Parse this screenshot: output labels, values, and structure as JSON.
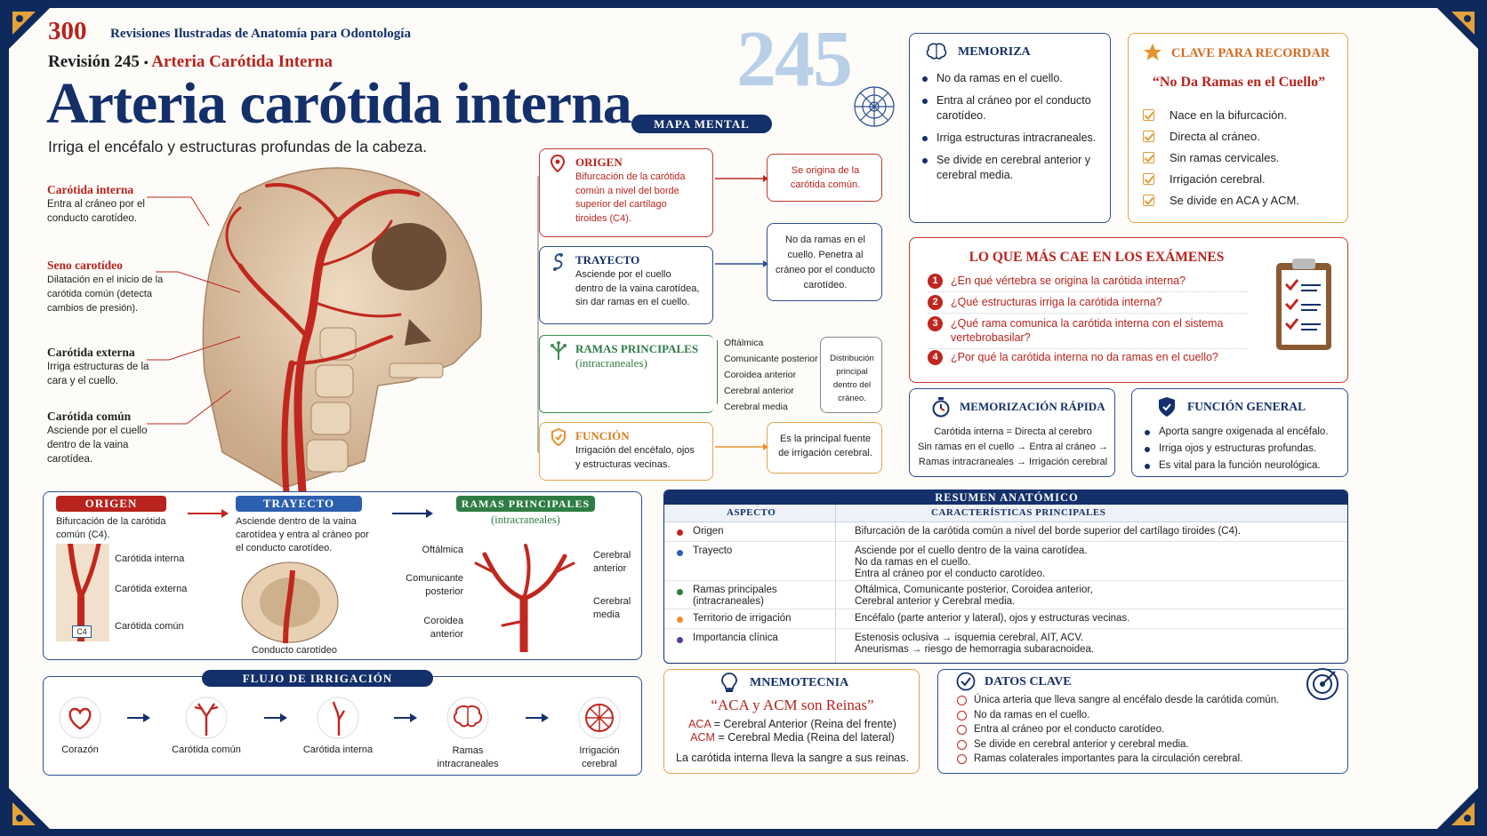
{
  "header": {
    "series_number": "300",
    "series_title": "Revisiones Ilustradas de Anatomía para Odontología",
    "revision_label": "Revisión 245",
    "revision_topic": "Arteria Carótida Interna",
    "big_number": "245",
    "main_title": "Arteria carótida interna",
    "subtitle": "Irriga el encéfalo y estructuras profundas de la cabeza."
  },
  "illustration_labels": [
    {
      "title": "Carótida interna",
      "text": "Entra al cráneo por el conducto carotídeo.",
      "color": "#b8231d"
    },
    {
      "title": "Seno carotídeo",
      "text": "Dilatación en el inicio de la carótida común (detecta cambios de presión).",
      "color": "#b8231d"
    },
    {
      "title": "Carótida externa",
      "text": "Irriga estructuras de la cara y el cuello.",
      "color": "#222222"
    },
    {
      "title": "Carótida común",
      "text": "Asciende por el cuello dentro de la vaina carotídea.",
      "color": "#222222"
    }
  ],
  "mind_map": {
    "label": "MAPA MENTAL",
    "origen": {
      "title": "ORIGEN",
      "text": "Bifurcación de la carótida común a nivel del borde superior del cartílago tiroides (C4).",
      "note": "Se origina de la carótida común."
    },
    "trayecto": {
      "title": "TRAYECTO",
      "text": "Asciende por el cuello dentro de la vaina carotídea, sin dar ramas en el cuello.",
      "note": "No da ramas en el cuello. Penetra al cráneo por el conducto carotídeo."
    },
    "ramas": {
      "title": "RAMAS PRINCIPALES",
      "subtitle": "(intracraneales)",
      "items": [
        "Oftálmica",
        "Comunicante posterior",
        "Coroidea anterior",
        "Cerebral anterior",
        "Cerebral media"
      ],
      "note": "Distribución principal dentro del cráneo."
    },
    "funcion": {
      "title": "FUNCIÓN",
      "text": "Irrigación del encéfalo, ojos y estructuras vecinas.",
      "note": "Es la principal fuente de irrigación cerebral."
    }
  },
  "memoriza": {
    "title": "MEMORIZA",
    "items": [
      "No da ramas en el cuello.",
      "Entra al cráneo por el conducto carotídeo.",
      "Irriga estructuras intracraneales.",
      "Se divide en cerebral anterior y cerebral media."
    ]
  },
  "clave": {
    "title": "CLAVE PARA RECORDAR",
    "quote": "“No Da Ramas en el Cuello”",
    "items": [
      "Nace en la bifurcación.",
      "Directa al cráneo.",
      "Sin ramas cervicales.",
      "Irrigación cerebral.",
      "Se divide en ACA y ACM."
    ]
  },
  "examenes": {
    "title": "LO QUE MÁS CAE EN LOS EXÁMENES",
    "items": [
      {
        "n": "1",
        "q": "¿En qué vértebra se origina la carótida interna?"
      },
      {
        "n": "2",
        "q": "¿Qué estructuras irriga la carótida interna?"
      },
      {
        "n": "3",
        "q": "¿Qué rama comunica la carótida interna con el sistema vertebrobasilar?"
      },
      {
        "n": "4",
        "q": "¿Por qué la carótida interna no da ramas en el cuello?"
      }
    ]
  },
  "rapida": {
    "title": "MEMORIZACIÓN RÁPIDA",
    "line1": "Carótida interna = Directa al cerebro",
    "line2": "Sin ramas en el cuello → Entra al cráneo →",
    "line3": "Ramas intracraneales → Irrigación cerebral"
  },
  "funcion_general": {
    "title": "FUNCIÓN GENERAL",
    "items": [
      "Aporta sangre oxigenada al encéfalo.",
      "Irriga ojos y estructuras profundas.",
      "Es vital para la función neurológica."
    ]
  },
  "diagram_row": {
    "origen": {
      "label": "ORIGEN",
      "text": "Bifurcación de la carótida común (C4).",
      "labels": [
        "Carótida interna",
        "Carótida externa",
        "Carótida común"
      ],
      "tag": "C4"
    },
    "trayecto": {
      "label": "TRAYECTO",
      "text": "Asciende dentro de la vaina carotídea y entra al cráneo por el conducto carotídeo.",
      "caption": "Conducto carotídeo"
    },
    "ramas": {
      "label": "RAMAS PRINCIPALES",
      "subtitle": "(intracraneales)",
      "left": [
        "Oftálmica",
        "Comunicante posterior",
        "Coroidea anterior"
      ],
      "right": [
        "Cerebral anterior",
        "Cerebral media"
      ]
    }
  },
  "flujo": {
    "title": "FLUJO DE IRRIGACIÓN",
    "steps": [
      "Corazón",
      "Carótida común",
      "Carótida interna",
      "Ramas intracraneales",
      "Irrigación cerebral"
    ]
  },
  "resumen": {
    "title": "RESUMEN ANATÓMICO",
    "col1": "ASPECTO",
    "col2": "CARACTERÍSTICAS PRINCIPALES",
    "rows": [
      {
        "aspect": "Origen",
        "color": "#c0261f",
        "lines": [
          "Bifurcación de la carótida común a nivel del borde superior del cartílago tiroides (C4)."
        ]
      },
      {
        "aspect": "Trayecto",
        "color": "#2c5fb0",
        "lines": [
          "Asciende por el cuello dentro de la vaina carotídea.",
          "No da ramas en el cuello.",
          "Entra al cráneo por el conducto carotídeo."
        ]
      },
      {
        "aspect": "Ramas principales (intracraneales)",
        "color": "#2e7d45",
        "lines": [
          "Oftálmica, Comunicante posterior, Coroidea anterior,",
          "Cerebral anterior y Cerebral media."
        ]
      },
      {
        "aspect": "Territorio de irrigación",
        "color": "#e8912e",
        "lines": [
          "Encéfalo (parte anterior y lateral), ojos y estructuras vecinas."
        ]
      },
      {
        "aspect": "Importancia clínica",
        "color": "#5a3a9a",
        "lines": [
          "Estenosis oclusiva → isquemia cerebral, AIT, ACV.",
          "Aneurismas → riesgo de hemorragia subaracnoidea."
        ]
      }
    ]
  },
  "mnemotecnia": {
    "title": "MNEMOTECNIA",
    "quote": "“ACA y ACM son Reinas”",
    "line1_abbr": "ACA",
    "line1_text": "= Cerebral Anterior (Reina del frente)",
    "line2_abbr": "ACM",
    "line2_text": "= Cerebral Media (Reina del lateral)",
    "footer": "La carótida interna lleva la sangre a sus reinas."
  },
  "datos": {
    "title": "DATOS CLAVE",
    "items": [
      "Única arteria que lleva sangre al encéfalo desde la carótida común.",
      "No da ramas en el cuello.",
      "Entra al cráneo por el conducto carotídeo.",
      "Se divide en cerebral anterior y cerebral media.",
      "Ramas colaterales importantes para la circulación cerebral."
    ]
  },
  "colors": {
    "navy": "#14306b",
    "red": "#b8231d",
    "orange": "#e8912e",
    "green": "#2e7d45",
    "frame": "#0e2a5c"
  }
}
